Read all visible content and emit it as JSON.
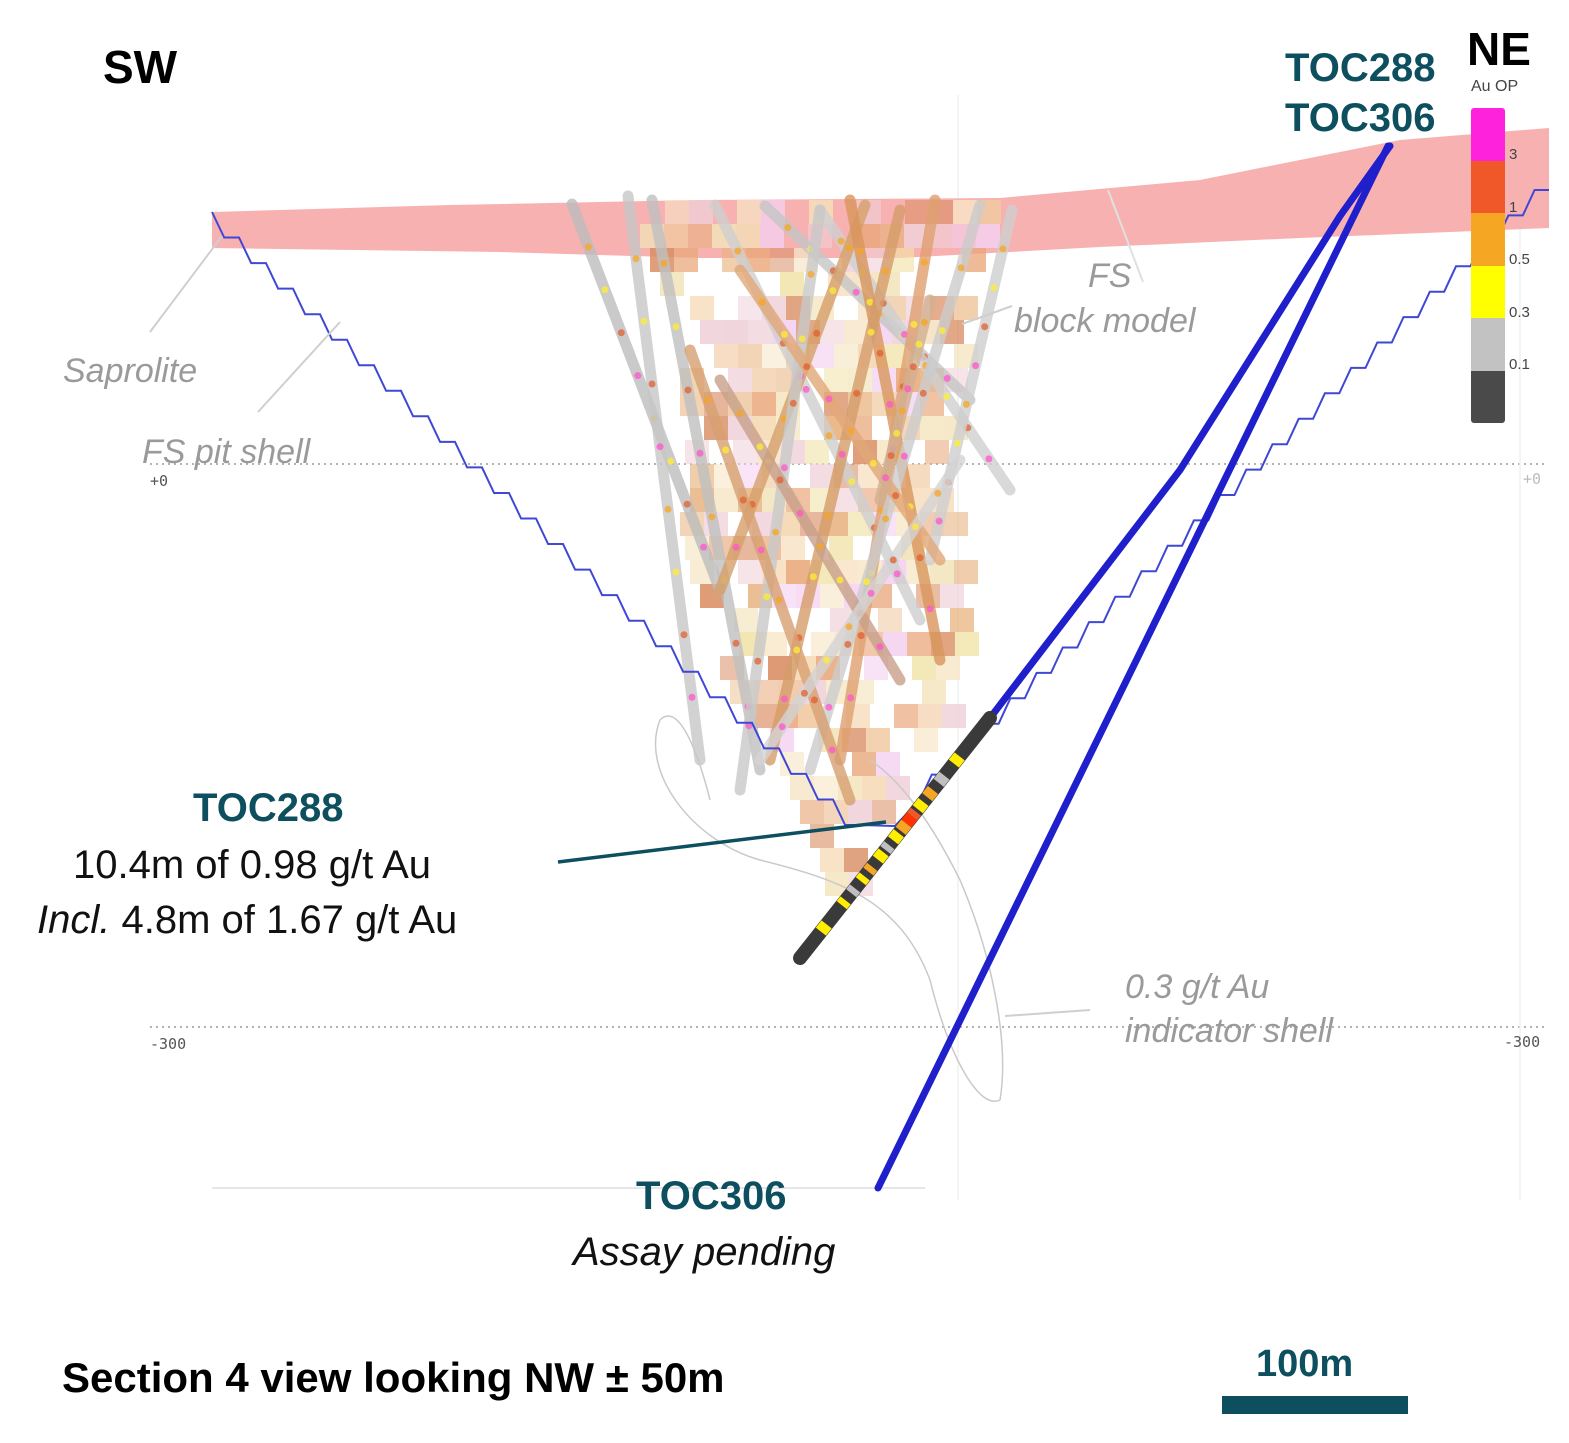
{
  "orientation": {
    "left": "SW",
    "right": "NE"
  },
  "collar_labels": [
    "TOC288",
    "TOC306"
  ],
  "legend": {
    "title": "Au OP",
    "bins": [
      {
        "color": "#ff22dd",
        "tick": "3"
      },
      {
        "color": "#f0582a",
        "tick": "1"
      },
      {
        "color": "#f5a623",
        "tick": "0.5"
      },
      {
        "color": "#ffff00",
        "tick": "0.3"
      },
      {
        "color": "#c2c2c2",
        "tick": "0.1"
      },
      {
        "color": "#4a4a4a",
        "tick": ""
      }
    ]
  },
  "callouts": {
    "saprolite": "Saprolite",
    "pit_shell": "FS pit shell",
    "block_model_1": "FS",
    "block_model_2": "block model",
    "indicator_1": "0.3 g/t Au",
    "indicator_2": "indicator shell"
  },
  "elevations": {
    "zero_left": "+0",
    "zero_right": "+0",
    "m300_left": "-300",
    "m300_right": "-300"
  },
  "toc288": {
    "title": "TOC288",
    "line1": "10.4m of 0.98 g/t Au",
    "line2_prefix": "Incl.",
    "line2_rest": " 4.8m of 1.67 g/t Au"
  },
  "toc306": {
    "title": "TOC306",
    "status": "Assay pending"
  },
  "section_title": "Section 4 view looking NW ± 50m",
  "scale_bar": {
    "label": "100m"
  },
  "colors": {
    "saprolite": "#f7a6a6",
    "pit_shell": "#3f48d6",
    "drill_trace": "#1f1fcc",
    "accent": "#0d4f5f"
  }
}
